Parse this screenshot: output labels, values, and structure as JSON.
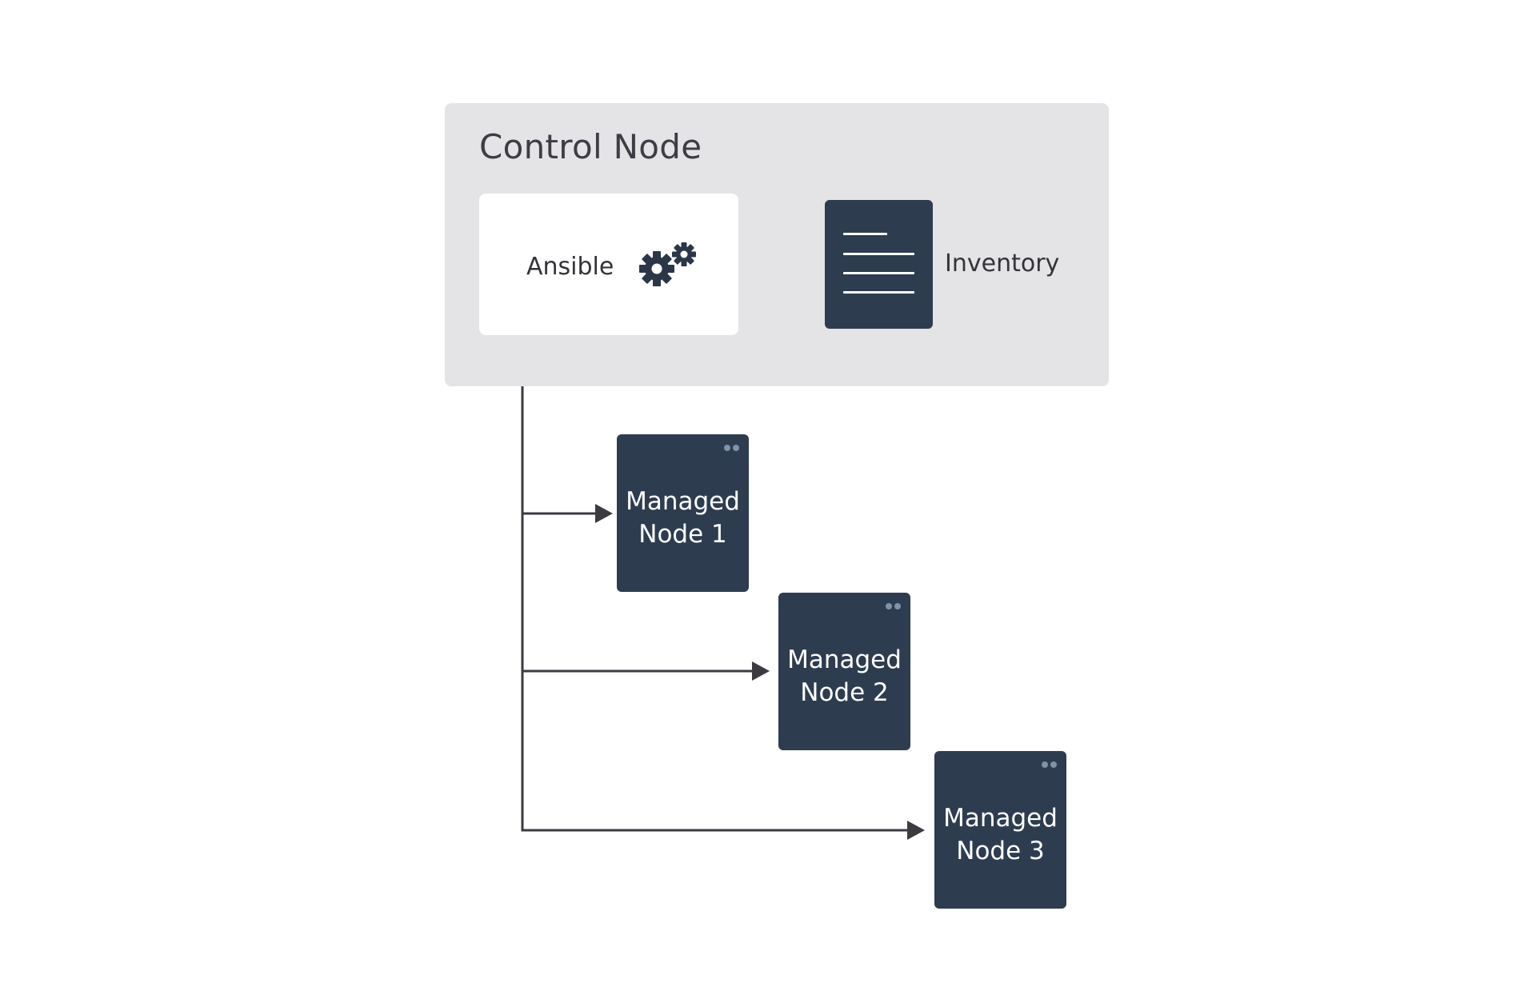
{
  "control_node": {
    "title": "Control Node",
    "ansible_label": "Ansible",
    "ansible_icon": "gears-icon",
    "inventory_label": "Inventory",
    "inventory_icon": "document-icon"
  },
  "managed_nodes": [
    {
      "label": "Managed\nNode 1"
    },
    {
      "label": "Managed\nNode 2"
    },
    {
      "label": "Managed\nNode 3"
    }
  ],
  "colors": {
    "node_fill": "#2e3c50",
    "panel_fill": "#e4e4e6",
    "connector": "#3b3b42",
    "dot": "#7f93a8"
  }
}
